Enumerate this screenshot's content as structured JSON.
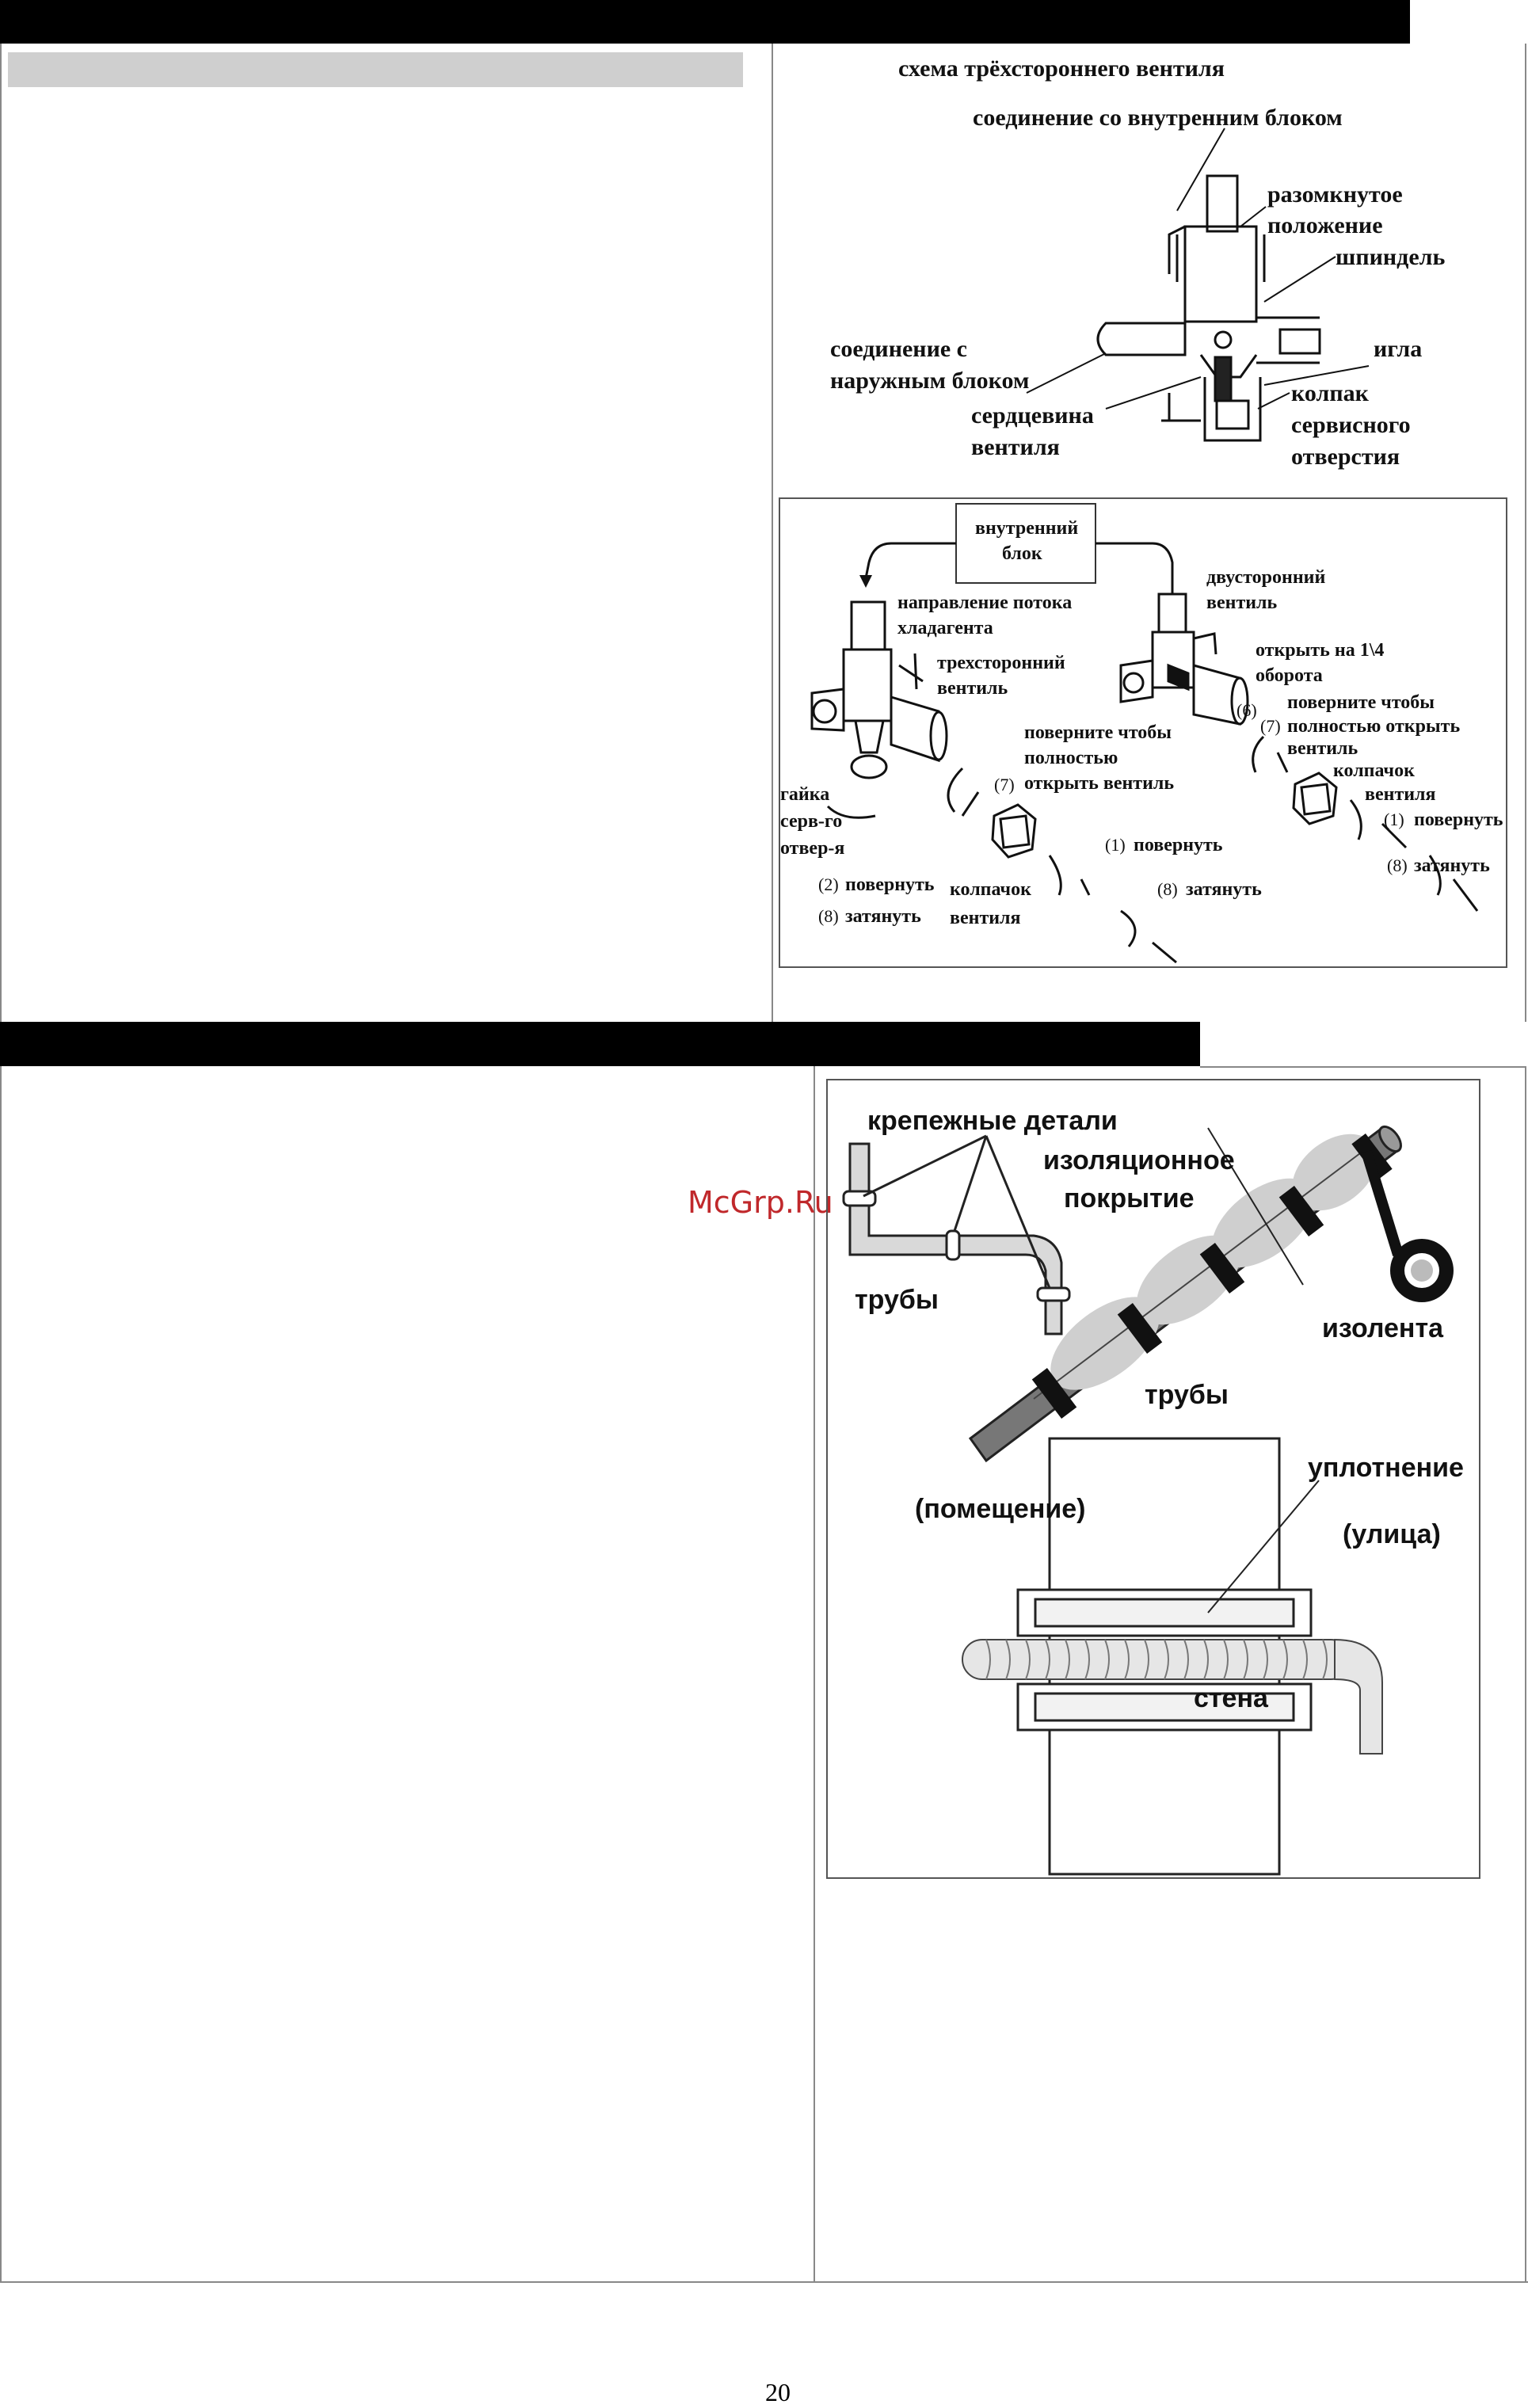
{
  "watermark": "McGrp.Ru",
  "page_number": "20",
  "valve_diagram": {
    "title": "схема трёхстороннего вентиля",
    "labels": {
      "indoor_connection": "соединение со внутренним блоком",
      "open_position_1": "разомкнутое",
      "open_position_2": "положение",
      "spindle": "шпиндель",
      "outdoor_connection_1": "соединение с",
      "outdoor_connection_2": "наружным блоком",
      "needle": "игла",
      "cap_1": "колпак",
      "cap_2": "сервисного",
      "cap_3": "отверстия",
      "core_1": "сердцевина",
      "core_2": "вентиля"
    }
  },
  "flow_diagram": {
    "labels": {
      "indoor_unit_1": "внутренний",
      "indoor_unit_2": "блок",
      "flow_direction_1": "направление потока",
      "flow_direction_2": "хладагента",
      "three_way_1": "трехсторонний",
      "three_way_2": "вентиль",
      "two_way_1": "двусторонний",
      "two_way_2": "вентиль",
      "open_quarter_1": "открыть на 1\\4",
      "open_quarter_2": "оборота",
      "step6": "(6)",
      "turn_fully_1": "поверните чтобы",
      "step7_right": "(7)",
      "turn_fully_2": "полностью открыть",
      "turn_fully_3": "вентиль",
      "turn_to_open_1": "поверните чтобы",
      "turn_to_open_2": "полностью",
      "turn_to_open_3": "открыть вентиль",
      "step7_left": "(7)",
      "valve_cap_right_1": "колпачок",
      "valve_cap_right_2": "вентиля",
      "step1_right": "(1)",
      "turn_right": "повернуть",
      "step8_right": "(8)",
      "tighten_right": "затянуть",
      "nut_1": "гайка",
      "nut_2": "серв-го",
      "nut_3": "отвер-я",
      "step2": "(2)",
      "turn_left": "повернуть",
      "step8_left": "(8)",
      "tighten_left": "затянуть",
      "valve_cap_left_1": "колпачок",
      "valve_cap_left_2": "вентиля",
      "step1_mid": "(1)",
      "turn_mid": "повернуть",
      "step8_mid": "(8)",
      "tighten_mid": "затянуть"
    }
  },
  "pipe_diagram": {
    "labels": {
      "fasteners": "крепежные детали",
      "insulation_1": "изоляционное",
      "insulation_2": "покрытие",
      "pipes_left": "трубы",
      "tape": "изолента",
      "pipes_center": "трубы",
      "seal": "уплотнение",
      "room": "(помещение)",
      "street": "(улица)",
      "wall": "стена"
    }
  },
  "colors": {
    "header_bar": "#000000",
    "subheader_bar": "#cfcfcf",
    "watermark": "#c0282b"
  }
}
